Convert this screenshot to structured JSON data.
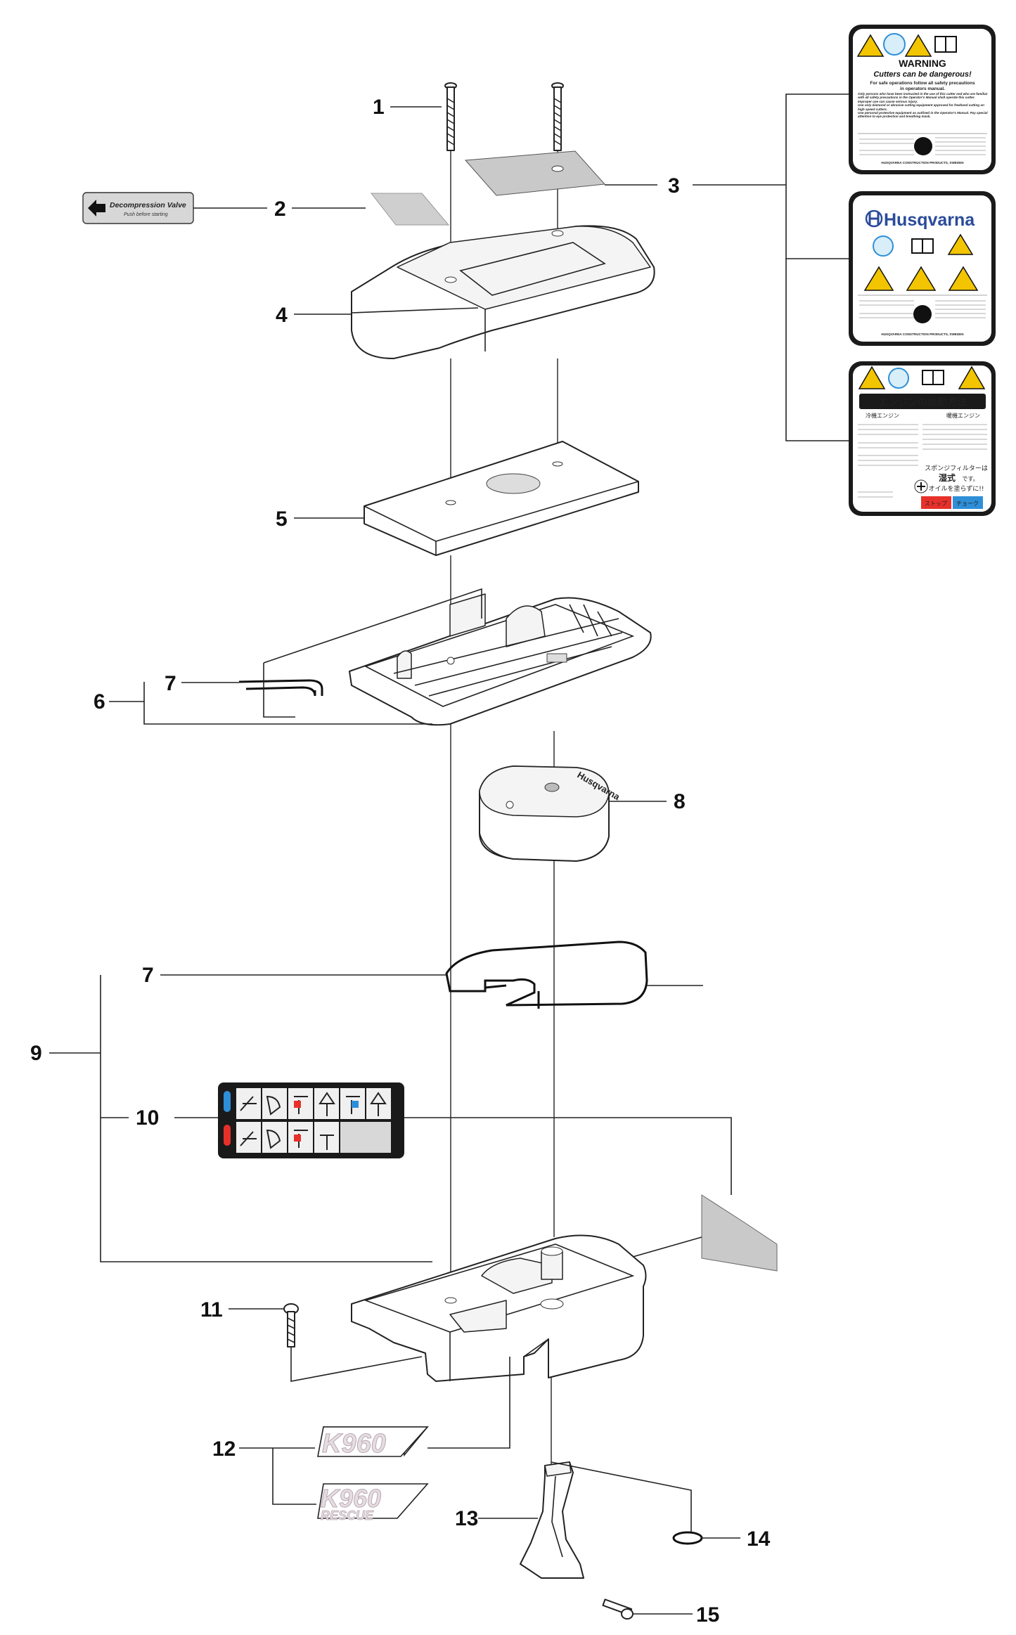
{
  "callouts": [
    "1",
    "2",
    "3",
    "4",
    "5",
    "6",
    "7",
    "8",
    "7",
    "9",
    "10",
    "11",
    "12",
    "13",
    "14",
    "15"
  ],
  "decal_decompression": {
    "title": "Decompression Valve",
    "subtitle": "Push before starting"
  },
  "decal_warning": {
    "heading": "WARNING",
    "subheading": "Cutters can be dangerous!",
    "line1": "For safe operations follow all safety precautions",
    "line2": "in operators manual.",
    "bullets": [
      "Only persons who have been instructed in the use of this cutter and who are familiar with all safety precautions in the Operator's Manual shall operate this cutter. Improper use can cause serious injury.",
      "Use only diamond or abrasive cutting equipment approved for freehand cutting on high speed cutters.",
      "Use personal protective equipment as outlined in the Operator's Manual. Pay special attention to eye protection and breathing mask."
    ],
    "footer": "HUSQVARNA CONSTRUCTION PRODUCTS, SWEDEN"
  },
  "decal_husqvarna": {
    "brand": "Husqvarna",
    "footer": "HUSQVARNA CONSTRUCTION PRODUCTS, SWEDEN"
  },
  "decal_japanese": {
    "title": "エンジンの始動方法",
    "col_left": "冷機エンジン",
    "col_right": "暖機エンジン",
    "filter_line": "スポンジフィルターは",
    "wet": "湿式",
    "desu": "です。",
    "oil": "オイルを塗らずに!!",
    "btn_stop": "ストップ",
    "btn_choke": "チョーク"
  },
  "badge_k960": {
    "model": "K960"
  },
  "badge_k960_rescue": {
    "model": "K960",
    "variant": "RESCUE"
  },
  "filter_brand": "Husqvarna",
  "colors": {
    "line": "#222222",
    "decal_gray": "#cccccc",
    "decal_dark": "#1a1a1a",
    "warning_yellow": "#f2c500",
    "stop_red": "#e8302a",
    "choke_blue": "#2e8fd8"
  }
}
